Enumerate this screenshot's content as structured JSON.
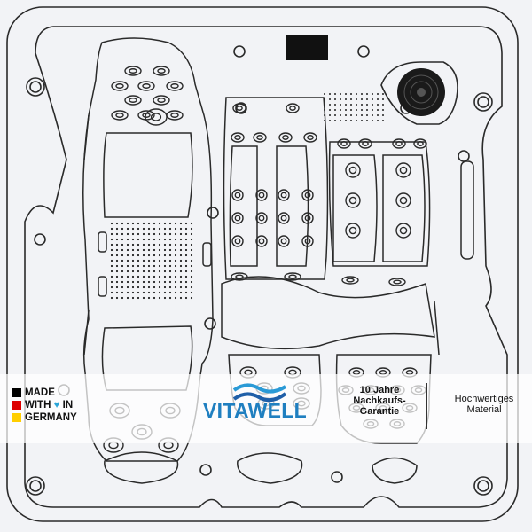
{
  "badges": {
    "made_line1": "MADE",
    "made_with": "WITH",
    "heart_icon": "♥",
    "made_in": "IN",
    "made_line3": "GERMANY",
    "flag_colors": [
      "#000000",
      "#dd0000",
      "#ffce00"
    ]
  },
  "brand": {
    "name": "VITAWELL",
    "color": "#1f7fc0"
  },
  "guarantee": {
    "line1": "10 Jahre",
    "line2": "Nachkaufs-",
    "line3": "Garantie"
  },
  "quality": {
    "line1": "Hochwertiges",
    "line2": "Material"
  },
  "colors": {
    "background": "#f2f3f6",
    "outline": "#2a2a2a"
  }
}
